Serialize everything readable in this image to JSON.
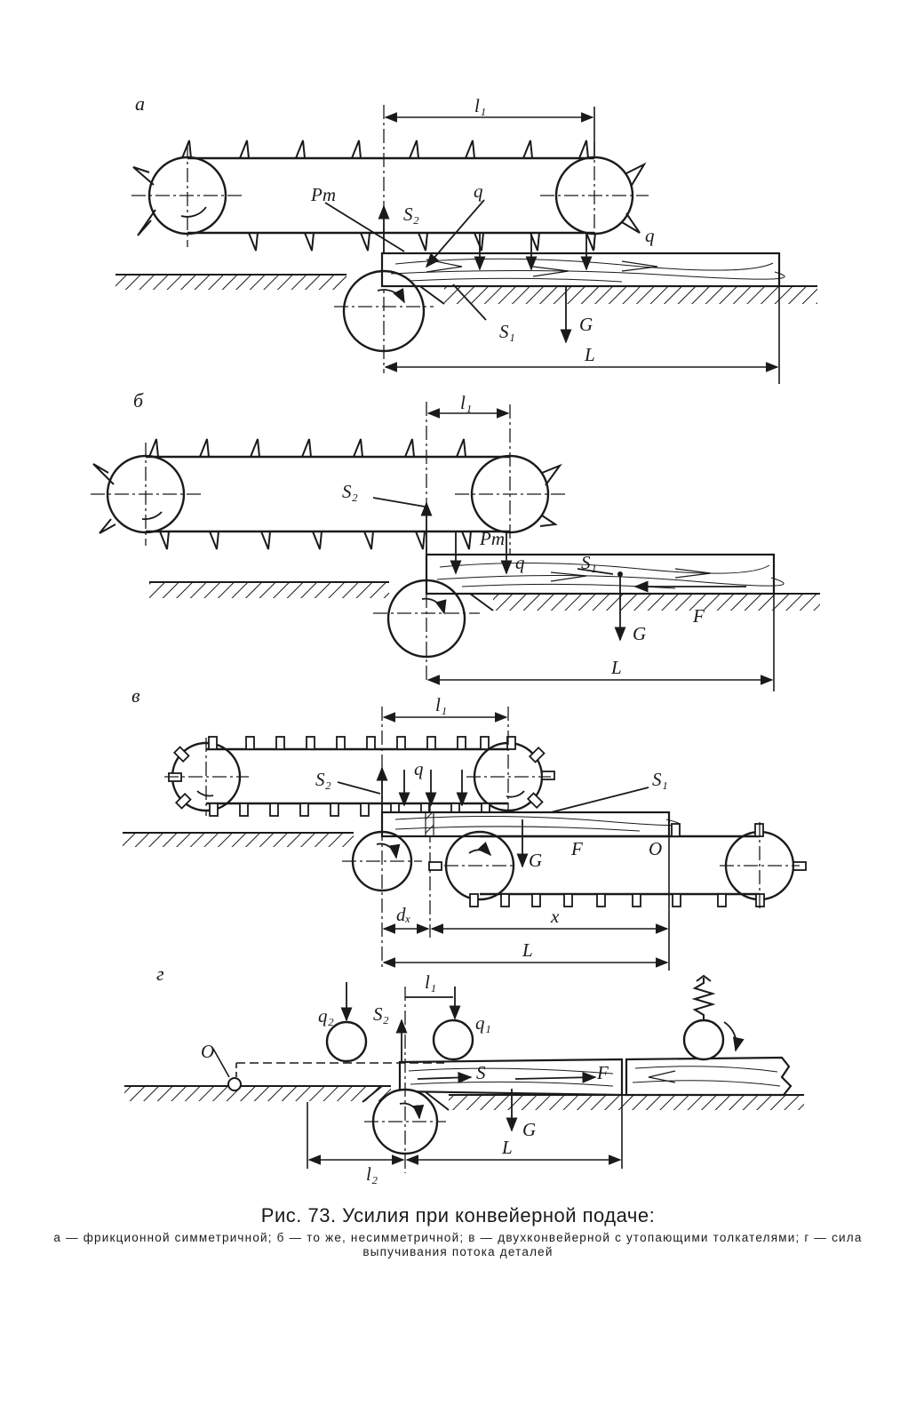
{
  "figure": {
    "caption_title": "Рис. 73. Усилия при конвейерной подаче:",
    "caption_body": "а — фрикционной симметричной; б — то же, несимметричной; в — двухконвейерной с утопающими толкателями; г — сила выпучивания потока деталей"
  },
  "panels": {
    "a": {
      "letter": "а",
      "labels": {
        "l1": "l₁",
        "Pt": "Pт",
        "S2": "S₂",
        "q": "q",
        "q2": "q",
        "S1": "S₁",
        "G": "G",
        "L": "L"
      }
    },
    "b": {
      "letter": "б",
      "labels": {
        "l1": "l₁",
        "S2": "S₂",
        "Pt": "Pт",
        "q": "q",
        "S1": "S₁",
        "G": "G",
        "F": "F",
        "L": "L"
      }
    },
    "v": {
      "letter": "в",
      "labels": {
        "l1": "l₁",
        "q": "q",
        "S2": "S₂",
        "S1": "S₁",
        "F": "F",
        "O": "O",
        "G": "G",
        "dx": "dₓ",
        "x": "x",
        "L": "L"
      }
    },
    "g": {
      "letter": "г",
      "labels": {
        "l1": "l₁",
        "q2": "q₂",
        "S2": "S₂",
        "q1": "q₁",
        "O": "O",
        "S": "S",
        "F": "F",
        "G": "G",
        "l2": "l₂",
        "L": "L"
      }
    }
  }
}
